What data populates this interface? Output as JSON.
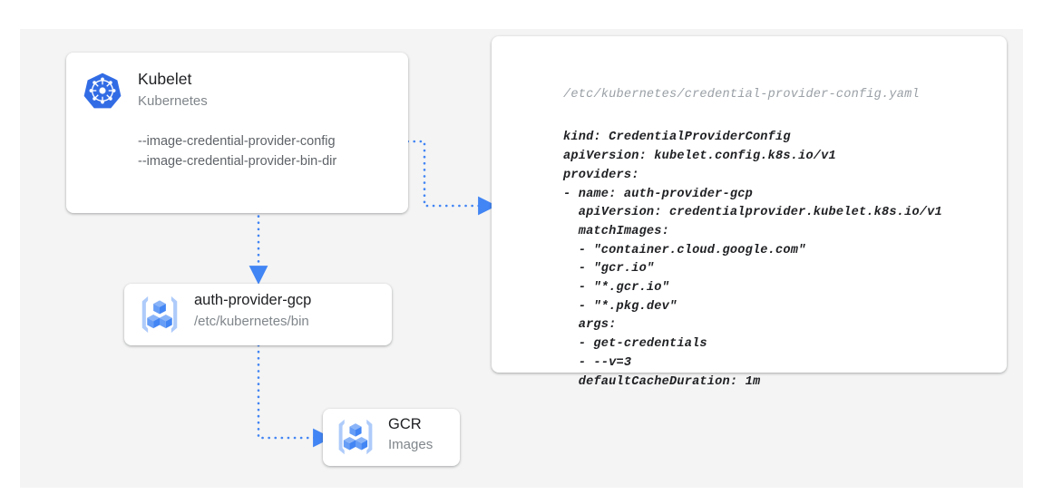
{
  "diagram": {
    "title": "Kubelet image credential provider flow",
    "background": "#f4f4f4",
    "accent": "#4285f4",
    "icon_light": "#aecbfa"
  },
  "kubelet": {
    "icon": "kubernetes-logo-icon",
    "title": "Kubelet",
    "subtitle": "Kubernetes",
    "flags": [
      "--image-credential-provider-config",
      "--image-credential-provider-bin-dir"
    ]
  },
  "auth_provider": {
    "icon": "container-registry-icon",
    "title": "auth-provider-gcp",
    "subtitle": "/etc/kubernetes/bin"
  },
  "gcr": {
    "icon": "container-registry-icon",
    "title": "GCR",
    "subtitle": "Images"
  },
  "yaml": {
    "filename": "/etc/kubernetes/credential-provider-config.yaml",
    "lines": [
      "kind: CredentialProviderConfig",
      "apiVersion: kubelet.config.k8s.io/v1",
      "providers:",
      "- name: auth-provider-gcp",
      "  apiVersion: credentialprovider.kubelet.k8s.io/v1",
      "  matchImages:",
      "  - \"container.cloud.google.com\"",
      "  - \"gcr.io\"",
      "  - \"*.gcr.io\"",
      "  - \"*.pkg.dev\"",
      "  args:",
      "  - get-credentials",
      "  - --v=3",
      "  defaultCacheDuration: 1m"
    ]
  },
  "connectors": [
    {
      "name": "kubelet-to-yaml",
      "style": "dotted",
      "color": "#4285f4",
      "arrow": "right"
    },
    {
      "name": "kubelet-to-auth-provider",
      "style": "dotted",
      "color": "#4285f4",
      "arrow": "down"
    },
    {
      "name": "auth-provider-to-gcr",
      "style": "dotted",
      "color": "#4285f4",
      "arrow": "right"
    }
  ]
}
